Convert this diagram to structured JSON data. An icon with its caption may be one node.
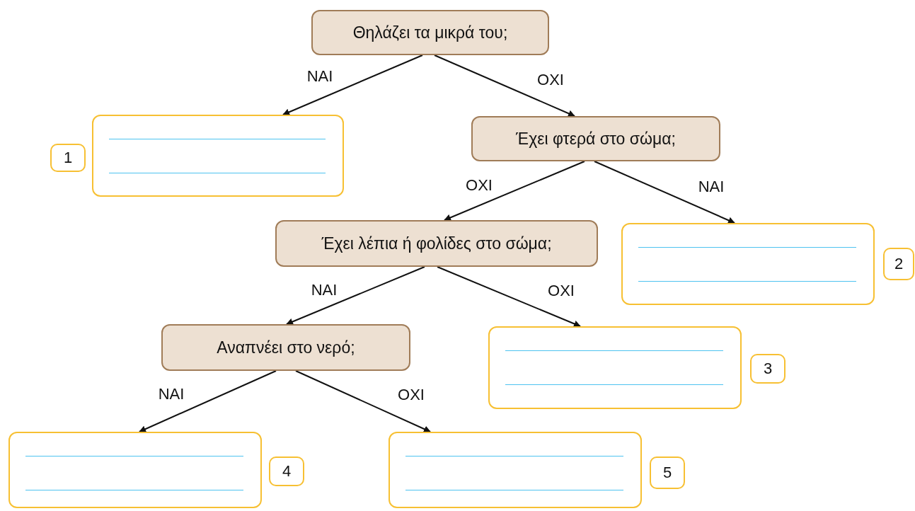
{
  "diagram": {
    "nodes": [
      {
        "text": [
          "Θηλάζει τα μικρά του;"
        ]
      },
      {
        "text": [
          "1"
        ]
      },
      {
        "text": [],
        "shape": "box"
      },
      {
        "text": [
          "Έχει φτερά στο σώμα;"
        ]
      },
      {
        "text": [
          "Έχει λέπια ή φολίδες στο σώμα;"
        ]
      },
      {
        "text": [],
        "shape": "box"
      },
      {
        "text": [
          "2"
        ]
      },
      {
        "text": [
          "Αναπνέει στο νερό;"
        ]
      },
      {
        "text": [],
        "shape": "box"
      },
      {
        "text": [
          "3"
        ]
      },
      {
        "text": [],
        "shape": "box"
      },
      {
        "text": [
          "4"
        ]
      },
      {
        "text": [],
        "shape": "box"
      },
      {
        "text": [
          "5"
        ]
      }
    ],
    "edges": [
      {
        "from": 0,
        "to": 2,
        "arrow": "to",
        "label": "ΝΑΙ"
      },
      {
        "from": 0,
        "to": 3,
        "arrow": "to",
        "label": "ΟΧΙ"
      },
      {
        "from": 3,
        "to": 4,
        "arrow": "to",
        "label": "ΟΧΙ"
      },
      {
        "from": 3,
        "to": 5,
        "arrow": "to",
        "label": "ΝΑΙ"
      },
      {
        "from": 4,
        "to": 7,
        "arrow": "to",
        "label": "ΝΑΙ"
      },
      {
        "from": 4,
        "to": 8,
        "arrow": "to",
        "label": "ΟΧΙ"
      },
      {
        "from": 7,
        "to": 10,
        "arrow": "to",
        "label": "ΝΑΙ"
      },
      {
        "from": 7,
        "to": 12,
        "arrow": "to",
        "label": "ΟΧΙ"
      }
    ]
  }
}
